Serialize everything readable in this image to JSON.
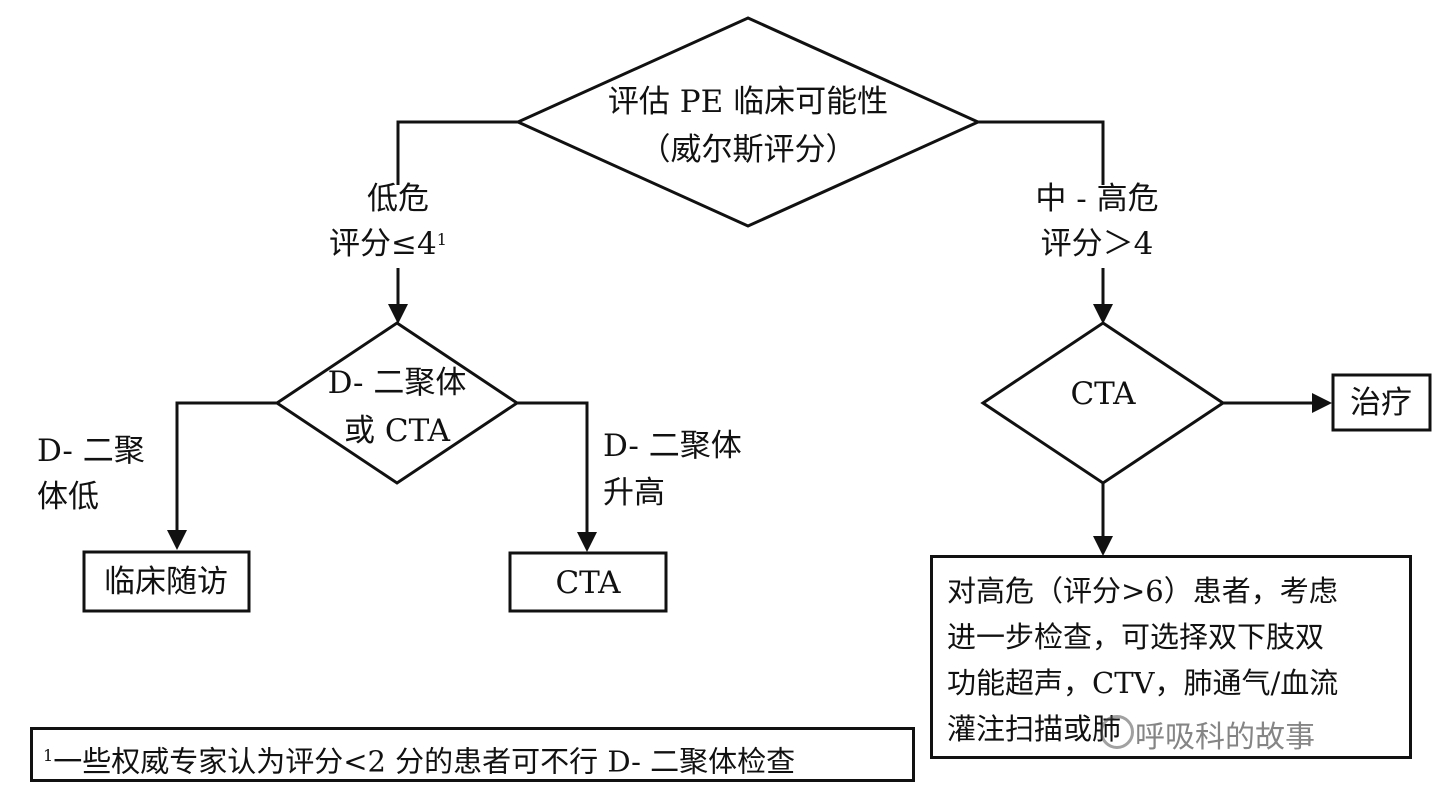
{
  "top": {
    "line1": "评估 PE 临床可能性",
    "line2": "（威尔斯评分）"
  },
  "low_branch": {
    "line1": "低危",
    "line2_prefix": "评分≤4",
    "footnote_mark": "1"
  },
  "high_branch": {
    "line1": "中 - 高危",
    "line2": "评分＞4"
  },
  "left_decision": {
    "line1": "D- 二聚体",
    "line2": "或 CTA"
  },
  "left_low": {
    "line1": "D- 二聚",
    "line2": "体低"
  },
  "left_high": {
    "line1": "D- 二聚体",
    "line2": "升高"
  },
  "follow_up_box": "临床随访",
  "cta_result_box": "CTA",
  "right_decision": "CTA",
  "treatment_box": "治疗",
  "recommendation": {
    "lines": [
      "对高危（评分>6）患者，考虑",
      "进一步检查，可选择双下肢双",
      "功能超声，CTV，肺通气/血流",
      "灌注扫描或肺"
    ]
  },
  "footnote": {
    "mark": "1",
    "text": "一些权威专家认为评分<2 分的患者可不行 D- 二聚体检查"
  },
  "watermark": "呼吸科的故事"
}
